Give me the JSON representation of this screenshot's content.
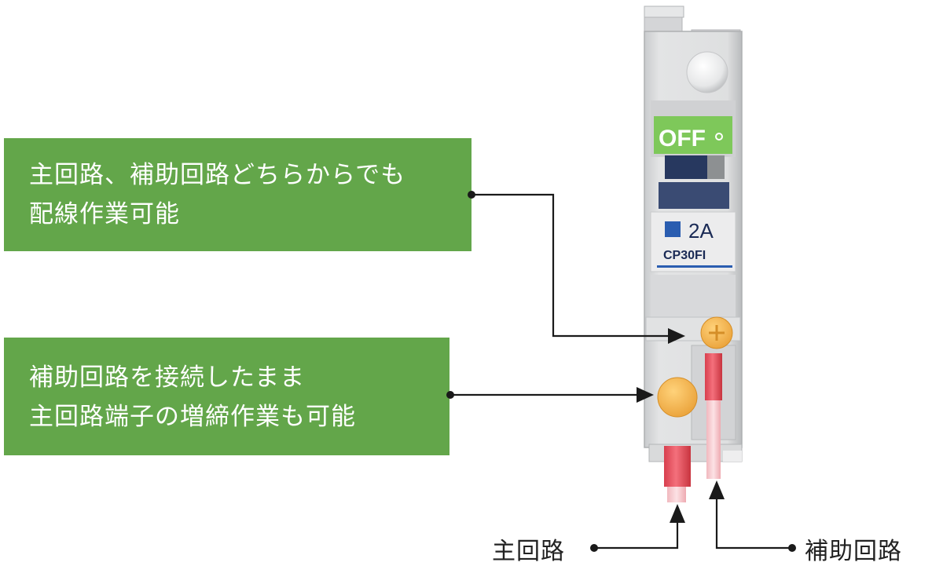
{
  "callouts": [
    {
      "lines": [
        "主回路、補助回路どちらからでも",
        "配線作業可能"
      ]
    },
    {
      "lines": [
        "補助回路を接続したまま",
        "主回路端子の増締作業も可能"
      ]
    }
  ],
  "labels": {
    "main_circuit": "主回路",
    "aux_circuit": "補助回路"
  },
  "breaker": {
    "switch_text": "OFF",
    "rating": "2A",
    "model": "CP30FI"
  },
  "colors": {
    "callout_green": "#63a64a",
    "switch_green": "#7ec85a",
    "terminal_orange": "#f2b441",
    "wire_red": "#e8505e",
    "badge_blue": "#2a5db0"
  }
}
